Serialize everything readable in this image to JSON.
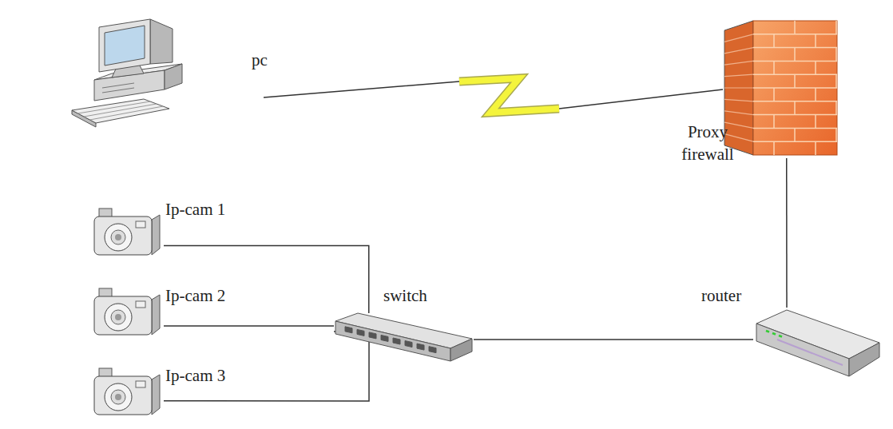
{
  "diagram": {
    "nodes": [
      {
        "text": [
          "pc"
        ]
      },
      {
        "text": [
          "Proxy firewall"
        ]
      },
      {
        "text": [
          "Ip-cam 1"
        ]
      },
      {
        "text": [
          "Ip-cam 2"
        ]
      },
      {
        "text": [
          "switch"
        ]
      },
      {
        "text": [
          "router"
        ]
      },
      {
        "text": [
          "Ip-cam 3"
        ]
      }
    ],
    "edges": [
      {
        "from": 0,
        "to": 1,
        "arrow": "none"
      },
      {
        "from": 1,
        "to": 5,
        "arrow": "none"
      },
      {
        "from": 2,
        "to": 4,
        "arrow": "none"
      },
      {
        "from": 3,
        "to": 4,
        "arrow": "none"
      },
      {
        "from": 6,
        "to": 4,
        "arrow": "none"
      },
      {
        "from": 4,
        "to": 5,
        "arrow": "none"
      }
    ]
  }
}
